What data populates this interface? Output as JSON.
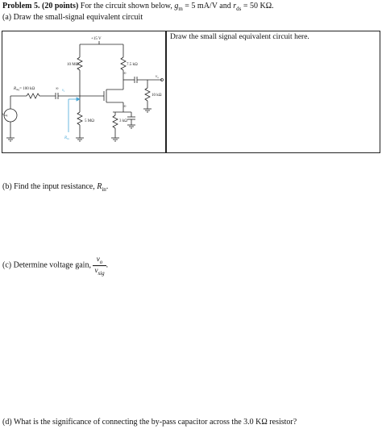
{
  "header": {
    "problem": "Problem 5.",
    "points": "(20 points)",
    "intro": "For the circuit shown below,",
    "gm_sym": "g",
    "gm_sub": "m",
    "gm_value": "= 5 mA/V and",
    "rds_sym": "r",
    "rds_sub": "ds",
    "rds_value": "= 50 KΩ."
  },
  "part_a": {
    "text": "(a) Draw the small-signal equivalent circuit",
    "answer_label": "Draw the small signal equivalent circuit here."
  },
  "circuit": {
    "vdd": "+15 V",
    "r1": "10 MΩ",
    "rd": "7.5 kΩ",
    "rsig": "R",
    "rsig_sub": "sig",
    "rsig_value": "= 100 kΩ",
    "infinity": "∞",
    "rl": "10 kΩ",
    "r2": "5 MΩ",
    "rs": "3 kΩ",
    "vsig": "v",
    "vsig_sub": "sig",
    "vo": "v",
    "vo_sub": "o",
    "vi": "v",
    "vi_sub": "i",
    "rin": "R",
    "rin_sub": "in"
  },
  "part_b": {
    "text": "(b) Find the input resistance,",
    "sym": "R",
    "sub": "in",
    "end": "."
  },
  "part_c": {
    "text": "(c) Determine voltage gain,",
    "num": "v",
    "num_sub": "o",
    "den": "v",
    "den_sub": "sig",
    "end": "."
  },
  "part_d": {
    "text": "(d) What is the significance of connecting the by-pass capacitor across the 3.0 KΩ resistor?"
  }
}
